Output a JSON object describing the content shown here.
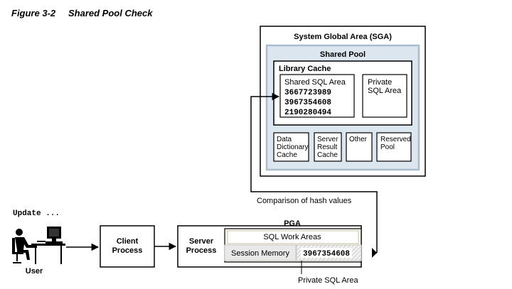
{
  "figure": {
    "number": "Figure 3-2",
    "title": "Shared Pool Check"
  },
  "sga": {
    "title": "System Global Area (SGA)"
  },
  "shared_pool": {
    "title": "Shared Pool"
  },
  "library_cache": {
    "title": "Library Cache",
    "shared_sql_area": {
      "title": "Shared SQL Area",
      "hashes": [
        "3667723989",
        "3967354608",
        "2190280494"
      ]
    },
    "private_sql_area": {
      "line1": "Private",
      "line2": "SQL Area"
    }
  },
  "pool_boxes": {
    "data_dictionary_cache": [
      "Data",
      "Dictionary",
      "Cache"
    ],
    "server_result_cache": [
      "Server",
      "Result",
      "Cache"
    ],
    "other": [
      "Other"
    ],
    "reserved_pool": [
      "Reserved",
      "Pool"
    ]
  },
  "comparison_label": "Comparison of hash values",
  "client": {
    "statement": "Update ...",
    "user_label": "User"
  },
  "client_process": {
    "line1": "Client",
    "line2": "Process"
  },
  "server_process": {
    "line1": "Server",
    "line2": "Process"
  },
  "pga": {
    "title": "PGA",
    "sql_work_areas": "SQL Work Areas",
    "session_memory": "Session Memory",
    "hash": "3967354608",
    "private_sql_area_label": "Private SQL Area"
  },
  "colors": {
    "shared_pool_fill": "#dce6ee",
    "shared_pool_border": "#a9bccb",
    "pga_fill": "#f7f5ea",
    "session_fill": "#e9e9e9"
  }
}
